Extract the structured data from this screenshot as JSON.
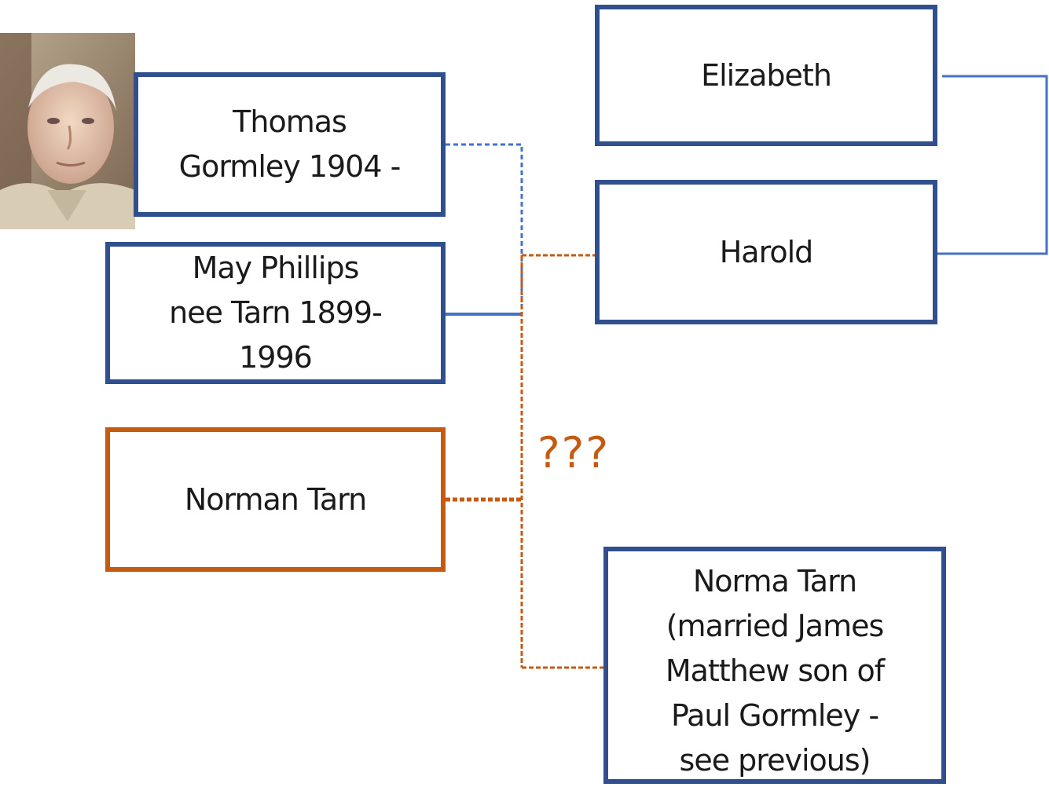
{
  "diagram": {
    "nodes": {
      "thomas": "Thomas\nGormley 1904 -",
      "may": "May Phillips\nnee Tarn 1899-\n1996",
      "norman": "Norman Tarn",
      "elizabeth": "Elizabeth",
      "harold": "Harold",
      "norma": "Norma Tarn\n(married James\nMatthew son of\nPaul Gormley -\nsee previous)"
    },
    "annotation": "???",
    "colors": {
      "blue_border": "#2f4f8f",
      "orange_border": "#c55a11",
      "blue_line": "#4472c4",
      "orange_line": "#c55a11"
    },
    "photo_icon": "portrait-photo-icon"
  }
}
